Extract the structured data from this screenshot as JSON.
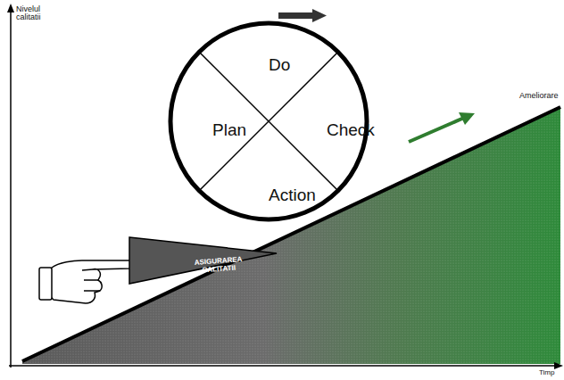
{
  "diagram": {
    "nodes": [
      {
        "text": [
          "Do",
          "Plan",
          "Check",
          "Action"
        ]
      },
      {
        "text": [
          "ASIGURAREA CALITATII"
        ]
      }
    ],
    "labels": [
      "Nivelul calitatii",
      "Ameliorare",
      "Timp"
    ]
  }
}
